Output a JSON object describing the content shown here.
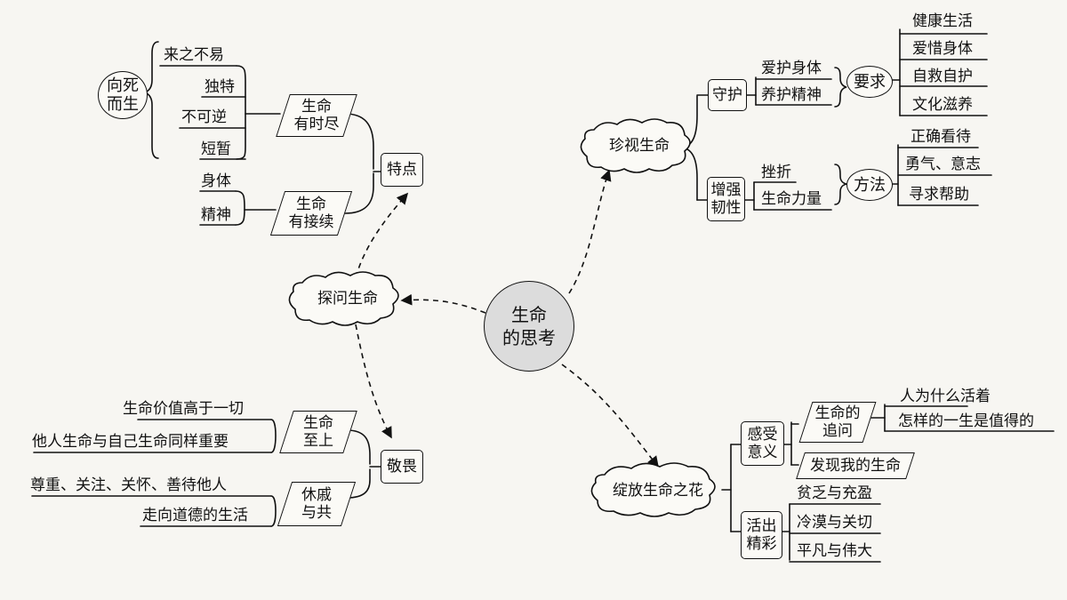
{
  "center": {
    "line1": "生命",
    "line2": "的思考"
  },
  "explore": {
    "label": "探问生命",
    "traits": {
      "label": "特点",
      "finite": {
        "line1": "生命",
        "line2": "有时尽",
        "items": [
          "来之不易",
          "独特",
          "不可逆",
          "短暂"
        ],
        "side": {
          "line1": "向死",
          "line2": "而生"
        }
      },
      "continuing": {
        "line1": "生命",
        "line2": "有接续",
        "items": [
          "身体",
          "精神"
        ]
      }
    },
    "awe": {
      "label": "敬畏",
      "supreme": {
        "line1": "生命",
        "line2": "至上",
        "items": [
          "生命价值高于一切",
          "他人生命与自己生命同样重要"
        ]
      },
      "shared": {
        "line1": "休戚",
        "line2": "与共",
        "items": [
          "尊重、关注、关怀、善待他人",
          "走向道德的生活"
        ]
      }
    }
  },
  "cherish": {
    "label": "珍视生命",
    "guard": {
      "label": "守护",
      "items": [
        "爱护身体",
        "养护精神"
      ],
      "req": {
        "label": "要求",
        "items": [
          "健康生活",
          "爱惜身体",
          "自救自护",
          "文化滋养"
        ]
      }
    },
    "resilience": {
      "line1": "增强",
      "line2": "韧性",
      "items": [
        "挫折",
        "生命力量"
      ],
      "method": {
        "label": "方法",
        "items": [
          "正确看待",
          "勇气、意志",
          "寻求帮助"
        ]
      }
    }
  },
  "bloom": {
    "label": "绽放生命之花",
    "feel": {
      "line1": "感受",
      "line2": "意义",
      "inquiry": {
        "line1": "生命的",
        "line2": "追问",
        "items": [
          "人为什么活着",
          "怎样的一生是值得的"
        ]
      },
      "discover": "发现我的生命"
    },
    "live": {
      "line1": "活出",
      "line2": "精彩",
      "items": [
        "贫乏与充盈",
        "冷漠与关切",
        "平凡与伟大"
      ]
    }
  }
}
